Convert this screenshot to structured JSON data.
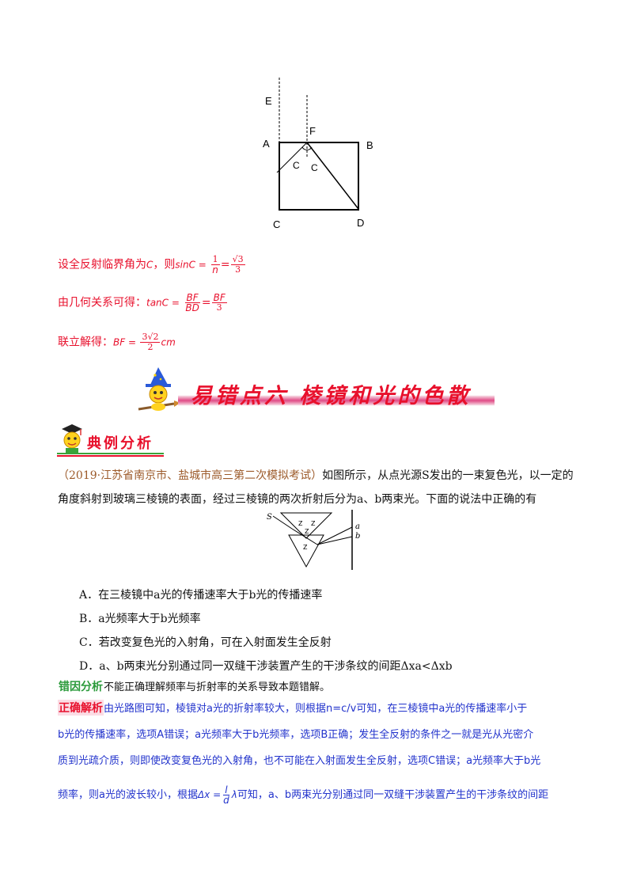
{
  "figure1": {
    "labels": {
      "E": "E",
      "F": "F",
      "A": "A",
      "B": "B",
      "C_corner": "C",
      "D": "D",
      "C_angle1": "C",
      "C_angle2": "C"
    }
  },
  "solution_lines": {
    "l1_prefix": "设全反射临界角为",
    "l1_var": "C",
    "l1_mid": "，则",
    "l1_lhs": "sinC =",
    "l1_f1_num": "1",
    "l1_f1_den": "n",
    "l1_eq": "=",
    "l1_f2_num": "√3",
    "l1_f2_den": "3",
    "l2_prefix": "由几何关系可得：",
    "l2_lhs": "tanC =",
    "l2_f1_num": "BF",
    "l2_f1_den": "BD",
    "l2_eq": "=",
    "l2_f2_num": "BF",
    "l2_f2_den": "3",
    "l3_prefix": "联立解得：",
    "l3_lhs": "BF =",
    "l3_f_num": "3√2",
    "l3_f_den": "2",
    "l3_unit": "cm"
  },
  "section_title": "易错点六   棱镜和光的色散",
  "example_heading": "典例分析",
  "problem": {
    "source": "（2019·江苏省南京市、盐城市高三第二次模拟考试）",
    "line1_rest": "如图所示，从点光源S发出的一束复色光，以一定的",
    "line2": "角度斜射到玻璃三棱镜的表面，经过三棱镜的两次折射后分为a、b两束光。下面的说法中正确的有",
    "fig_labels": {
      "S": "S",
      "a": "a",
      "b": "b"
    },
    "options": [
      "A．在三棱镜中a光的传播速率大于b光的传播速率",
      "B．a光频率大于b光频率",
      "C．若改变复色光的入射角，可在入射面发生全反射",
      "D．a、b两束光分别通过同一双缝干涉装置产生的干涉条纹的间距Δxa<Δxb"
    ]
  },
  "error_analysis": {
    "tag": "错因分析",
    "text": "不能正确理解频率与折射率的关系导致本题错解。"
  },
  "correct_analysis": {
    "tag": "正确解析",
    "line1": "由光路图可知，棱镜对a光的折射率较大，则根据n=c/v可知，在三棱镜中a光的传播速率小于",
    "line2": "b光的传播速率，选项A错误；a光频率大于b光频率，选项B正确；发生全反射的条件之一就是光从光密介",
    "line3": "质到光疏介质，则即使改变复色光的入射角，也不可能在入射面发生全反射，选项C错误；a光频率大于b光",
    "line4_a": "频率，则a光的波长较小，根据",
    "line4_formula_lhs": "Δx =",
    "line4_formula_num": "l",
    "line4_formula_den": "d",
    "line4_formula_rhs": "λ",
    "line4_b": "可知，a、b两束光分别通过同一双缝干涉装置产生的干涉条纹的间距"
  },
  "colors": {
    "red": "#e8102c",
    "blue": "#2233cc",
    "green": "#2a9a3a",
    "magenta": "#e04a86"
  }
}
